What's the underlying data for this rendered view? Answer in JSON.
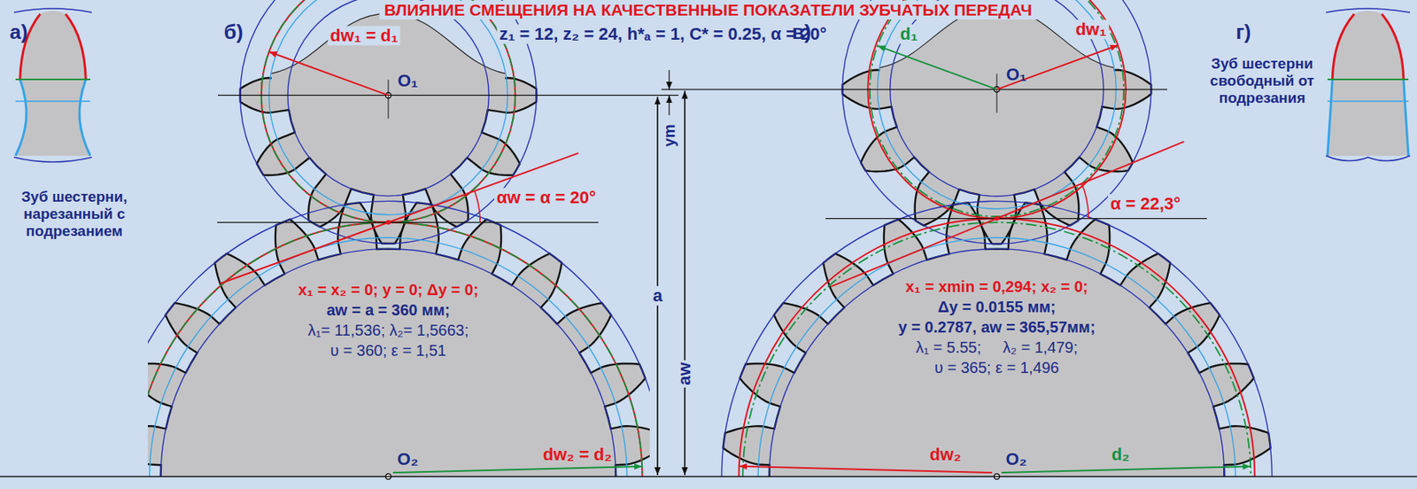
{
  "diagram": {
    "title": "ВЛИЯНИЕ СМЕЩЕНИЯ НА КАЧЕСТВЕННЫЕ ПОКАЗАТЕЛИ ЗУБЧАТЫХ ПЕРЕДАЧ",
    "labels": [
      "а)",
      "Зуб шестерни, нарезанный с подрезанием",
      "б)",
      "dw₁ = d₁",
      "z₁ = 12, z₂ = 24, h*ₐ = 1, C* = 0.25, α = 20°",
      "O₁",
      "αw = α = 20°",
      "x₁ = x₂ = 0; y = 0; Δy = 0;",
      "aw = a = 360 мм;",
      "λ₁= 11,536; λ₂= 1,5663;",
      "υ = 360; ε = 1,51",
      "dw₂ = d₂",
      "O₂",
      "a",
      "ym",
      "aw",
      "в)",
      "d₁",
      "O₁",
      "dw₁",
      "α = 22,3°",
      "г)",
      "Зуб шестерни свободный от подрезания",
      "x₁ = xmin = 0,294; x₂ = 0;",
      "Δy = 0.0155 мм;",
      "y = 0.2787, aw = 365,57мм;",
      "λ₁ = 5.55;     λ₂ = 1,479;",
      "υ = 365; ε = 1,496",
      "dw₂",
      "O₂",
      "d₂"
    ]
  }
}
